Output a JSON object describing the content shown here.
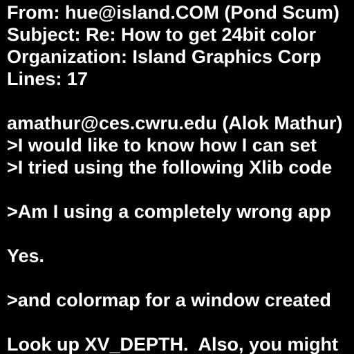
{
  "document": {
    "colors": {
      "background": "#000000",
      "text": "#ffffff"
    },
    "lines": [
      "From: hue@island.COM (Pond Scum)",
      "Subject: Re: How to get 24bit color",
      "Organization: Island Graphics Corp",
      "Lines: 17",
      "",
      "amathur@ces.cwru.edu (Alok Mathur)",
      ">I would like to know how I can set",
      ">I tried using the following Xlib code",
      "",
      ">Am I using a completely wrong app",
      "",
      "Yes.",
      "",
      ">and colormap for a window created",
      "",
      "Look up XV_DEPTH.  Also, you might"
    ]
  }
}
